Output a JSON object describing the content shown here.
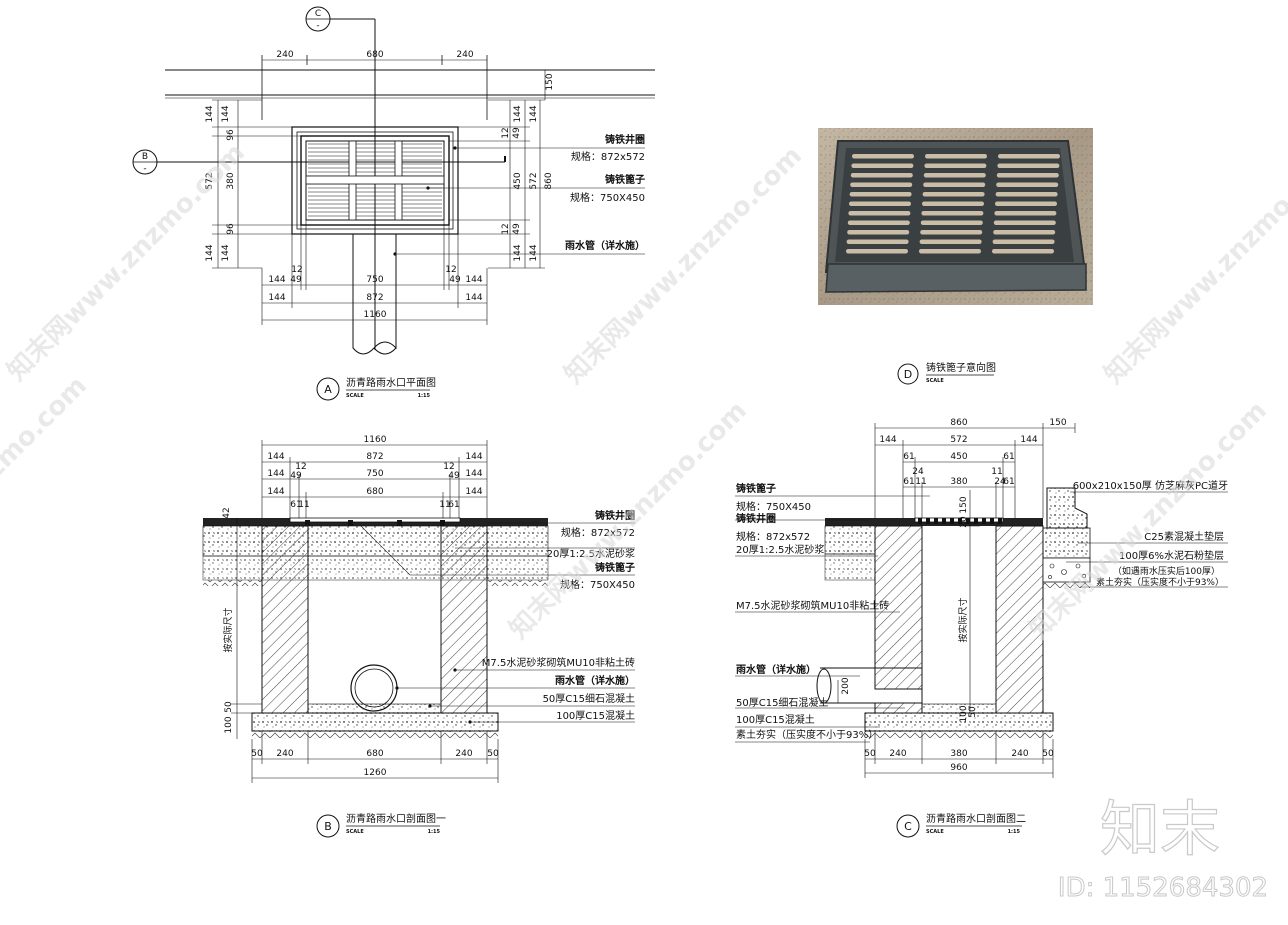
{
  "marks": {
    "C": "C",
    "B": "B",
    "A": "A",
    "D": "D",
    "sub": "-"
  },
  "plan": {
    "dims_top": [
      "240",
      "680",
      "240"
    ],
    "dim_150": "150",
    "dims_left": [
      "144",
      "96",
      "380",
      "96",
      "144"
    ],
    "dim_572": "572",
    "dims_right_a": [
      "144",
      "12",
      "49",
      "450",
      "12",
      "49",
      "144"
    ],
    "dims_right_b": [
      "572",
      "860"
    ],
    "bottom_row1": [
      "144",
      "12",
      "49",
      "750",
      "12",
      "49",
      "144"
    ],
    "bottom_row2": [
      "144",
      "872",
      "144"
    ],
    "bottom_row3": "1160",
    "label_frame": "铸铁井圈",
    "label_frame_spec": "规格：872x572",
    "label_grate": "铸铁篦子",
    "label_grate_spec": "规格：750X450",
    "label_pipe": "雨水管（详水施）",
    "caption": "沥青路雨水口平面图",
    "scale_word": "SCALE",
    "scale_value": "1:15"
  },
  "section1": {
    "dim_total": "1160",
    "row1": [
      "144",
      "872",
      "144"
    ],
    "row2": [
      "144",
      "12",
      "49",
      "750",
      "12",
      "49",
      "144"
    ],
    "row3": [
      "144",
      "61",
      "11",
      "680",
      "11",
      "61",
      "144"
    ],
    "dim_42": "42",
    "label_frame": "铸铁井圈",
    "label_frame_spec": "规格：872x572",
    "label_mortar": "20厚1:2.5水泥砂浆",
    "label_grate": "铸铁篦子",
    "label_grate_spec": "规格：750X450",
    "label_side": "按实际尺寸",
    "label_wall": "M7.5水泥砂浆砌筑MU10非粘土砖",
    "label_pipe": "雨水管（详水施）",
    "label_gravel": "50厚C15细石混凝土",
    "label_concrete": "100厚C15混凝土",
    "dims_base_left": [
      "100",
      "50"
    ],
    "bottom_row1": [
      "50",
      "240",
      "680",
      "240",
      "50"
    ],
    "bottom_total": "1260",
    "caption": "沥青路雨水口剖面图一",
    "scale_word": "SCALE",
    "scale_value": "1:15"
  },
  "photo": {
    "caption": "铸铁篦子意向图",
    "scale_word": "SCALE"
  },
  "section2": {
    "dim_860": "860",
    "dim_150": "150",
    "row1": [
      "144",
      "572",
      "144"
    ],
    "row2": [
      "61",
      "450",
      "61"
    ],
    "row3": [
      "61",
      "24",
      "11",
      "380",
      "11",
      "24",
      "61"
    ],
    "label_grate": "铸铁篦子",
    "label_grate_spec": "规格：750X450",
    "label_frame": "铸铁井圈",
    "label_frame_spec": "规格：872x572",
    "label_mortar": "20厚1:2.5水泥砂浆",
    "label_wall": "M7.5水泥砂浆砌筑MU10非粘土砖",
    "label_pipe": "雨水管（详水施）",
    "label_gravel": "50厚C15细石混凝土",
    "label_concrete": "100厚C15混凝土",
    "label_soil": "素土夯实（压实度不小于93%）",
    "label_curb": "600x210x150厚 仿芝麻灰PC道牙",
    "label_c25": "C25素混凝土垫层",
    "label_stone": "100厚6%水泥石粉垫层",
    "label_stone2": "（如遇雨水压实后100厚）",
    "label_soil2": "素土夯实（压实度不小于93%）",
    "label_side": "按实际尺寸",
    "dim_200": "200",
    "dims_v": [
      "20",
      "150"
    ],
    "bottom_row1": [
      "50",
      "240",
      "380",
      "240",
      "50"
    ],
    "bottom_total": "960",
    "caption": "沥青路雨水口剖面图二",
    "scale_word": "SCALE",
    "scale_value": "1:15"
  },
  "brand": {
    "logo": "知末",
    "id_text": "ID: 1152684302",
    "watermark": "知末网www.znzmo.com"
  }
}
